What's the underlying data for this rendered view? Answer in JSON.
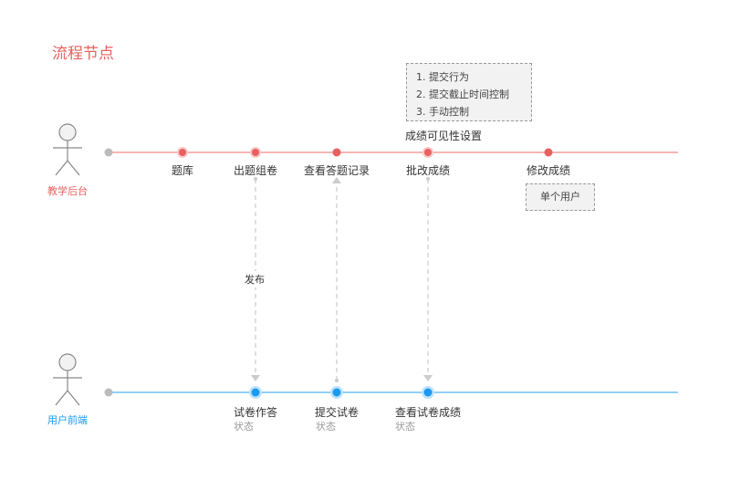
{
  "title": "流程节点",
  "lanes": {
    "backend": {
      "label": "教学后台",
      "color": "#e8605f",
      "line_color": "#f08a87"
    },
    "frontend": {
      "label": "用户前端",
      "color": "#1a9bf0",
      "line_color": "#4db3f5"
    }
  },
  "backend_nodes": [
    {
      "label": "题库"
    },
    {
      "label": "出题组卷"
    },
    {
      "label": "查看答题记录"
    },
    {
      "label": "批改成绩"
    },
    {
      "label": "修改成绩"
    }
  ],
  "frontend_nodes": [
    {
      "label": "试卷作答",
      "sub": "状态"
    },
    {
      "label": "提交试卷",
      "sub": "状态"
    },
    {
      "label": "查看试卷成绩",
      "sub": "状态"
    }
  ],
  "edge_label": "发布",
  "note_top": {
    "lines": [
      "1. 提交行为",
      "2. 提交截止时间控制",
      "3. 手动控制"
    ],
    "caption": "成绩可见性设置"
  },
  "note_single": {
    "label": "单个用户"
  },
  "colors": {
    "dashed": "#cccccc",
    "actor": "#888888",
    "start_dot": "#bbbbbb"
  }
}
